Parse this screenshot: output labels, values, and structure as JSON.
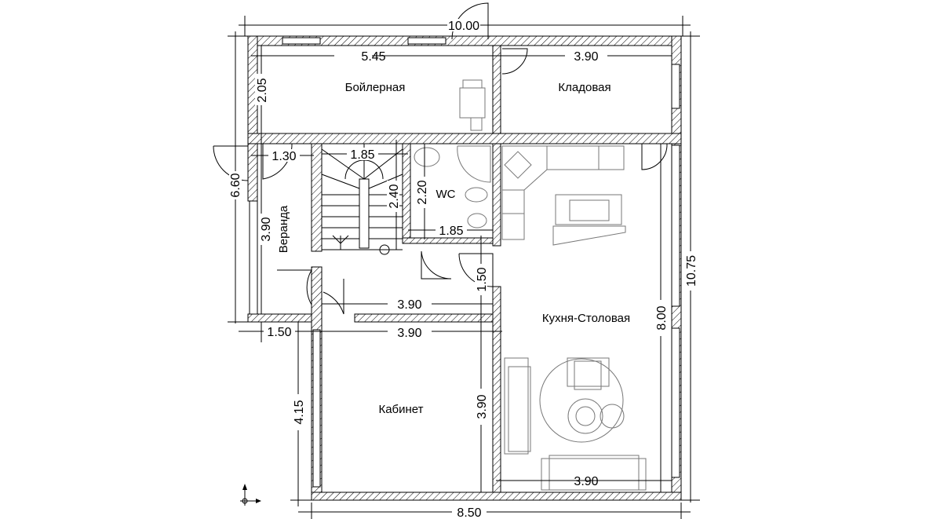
{
  "plan": {
    "rooms": {
      "boiler": "Бойлерная",
      "storage": "Кладовая",
      "wc": "WC",
      "veranda": "Веранда",
      "kitchen": "Кухня-Столовая",
      "office": "Кабинет"
    },
    "dimensions": {
      "total_width": "10.00",
      "boiler_width": "5.45",
      "storage_width": "3.90",
      "boiler_depth": "2.05",
      "left_height": "6.60",
      "right_height": "10.75",
      "veranda_door": "1.30",
      "stair_width": "1.85",
      "stair_length": "2.40",
      "wc_depth": "2.20",
      "wc_width": "1.85",
      "veranda_length": "3.90",
      "hall_depth": "1.50",
      "hall_width": "3.90",
      "kitchen_depth": "8.00",
      "veranda_width": "1.50",
      "office_width": "3.90",
      "office_left": "4.15",
      "office_depth": "3.90",
      "kitchen_width": "3.90",
      "bottom_width": "8.50"
    }
  }
}
